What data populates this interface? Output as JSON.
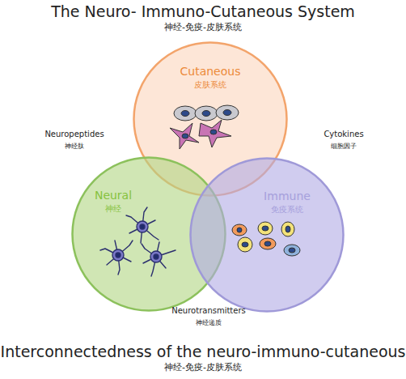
{
  "diagram": {
    "title": "The Neuro- Immuno-Cutaneous System",
    "caption": "Interconnectedness of the neuro-immuno-cutaneous",
    "nodes": [
      {
        "text": [
          "Cutaneous",
          "皮肤系统"
        ]
      },
      {
        "text": [
          "Neural",
          "神经"
        ]
      },
      {
        "text": [
          "Immune",
          "免疫系统"
        ]
      }
    ],
    "labels": [
      "神经-免疫-皮肤系统",
      "Neuropeptides",
      "神经肽",
      "Cytokines",
      "细胞因子",
      "Neurotransmitters",
      "神经递质",
      "神经-免疫-皮肤系统"
    ]
  }
}
